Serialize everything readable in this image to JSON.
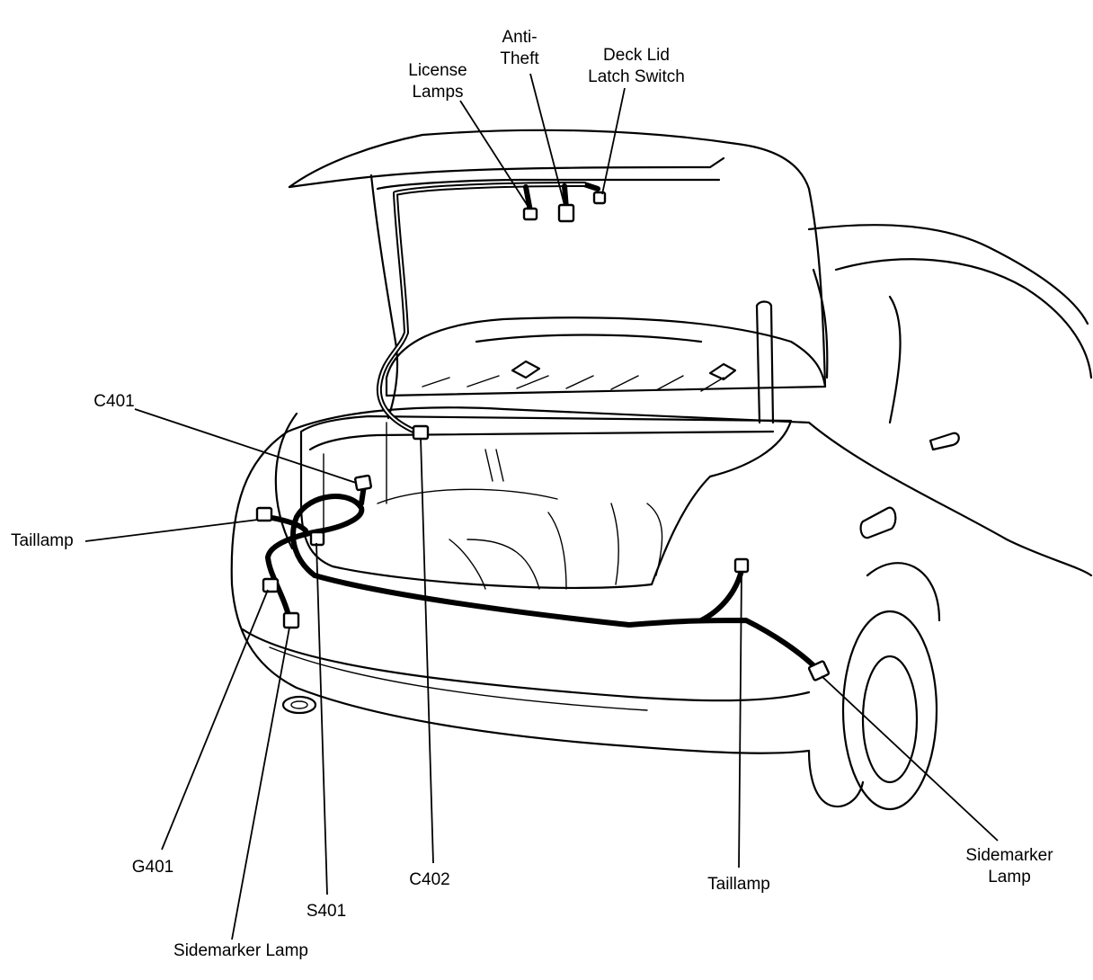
{
  "labels": {
    "license_lamps": [
      "License",
      "Lamps"
    ],
    "anti_theft": [
      "Anti-",
      "Theft"
    ],
    "deck_lid_latch_switch": [
      "Deck Lid",
      "Latch Switch"
    ],
    "c401": "C401",
    "taillamp_left": "Taillamp",
    "g401": "G401",
    "sidemarker_lamp_left": "Sidemarker Lamp",
    "s401": "S401",
    "c402": "C402",
    "taillamp_right": "Taillamp",
    "sidemarker_lamp_right": [
      "Sidemarker",
      "Lamp"
    ]
  },
  "colors": {
    "line": "#000000",
    "background": "#ffffff"
  }
}
